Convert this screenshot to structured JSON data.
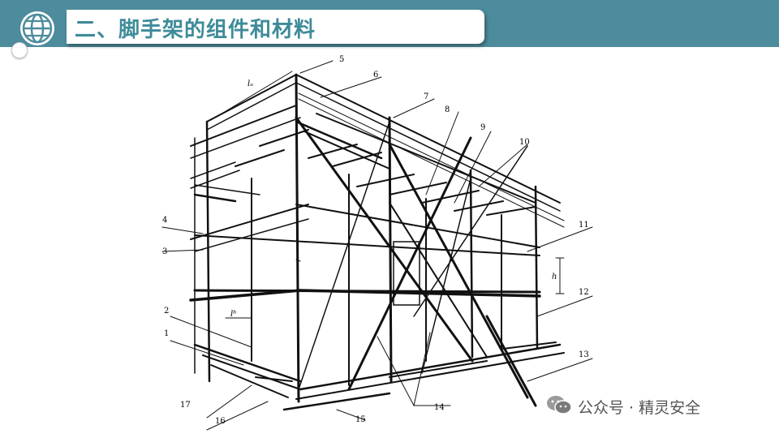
{
  "header": {
    "title": "二、脚手架的组件和材料",
    "icon": "globe-icon"
  },
  "diagram": {
    "part_numbers": [
      "1",
      "2",
      "3",
      "4",
      "5",
      "6",
      "7",
      "8",
      "9",
      "10",
      "11",
      "12",
      "13",
      "14",
      "15",
      "16",
      "17"
    ],
    "dimension_labels": {
      "la": "lₐ",
      "lb": "lᵇ",
      "h": "h"
    }
  },
  "watermark": {
    "text": "公众号 · 精灵安全",
    "icon": "wechat-icon"
  },
  "colors": {
    "band": "#4d8c9c",
    "title_text": "#3e8b99"
  }
}
